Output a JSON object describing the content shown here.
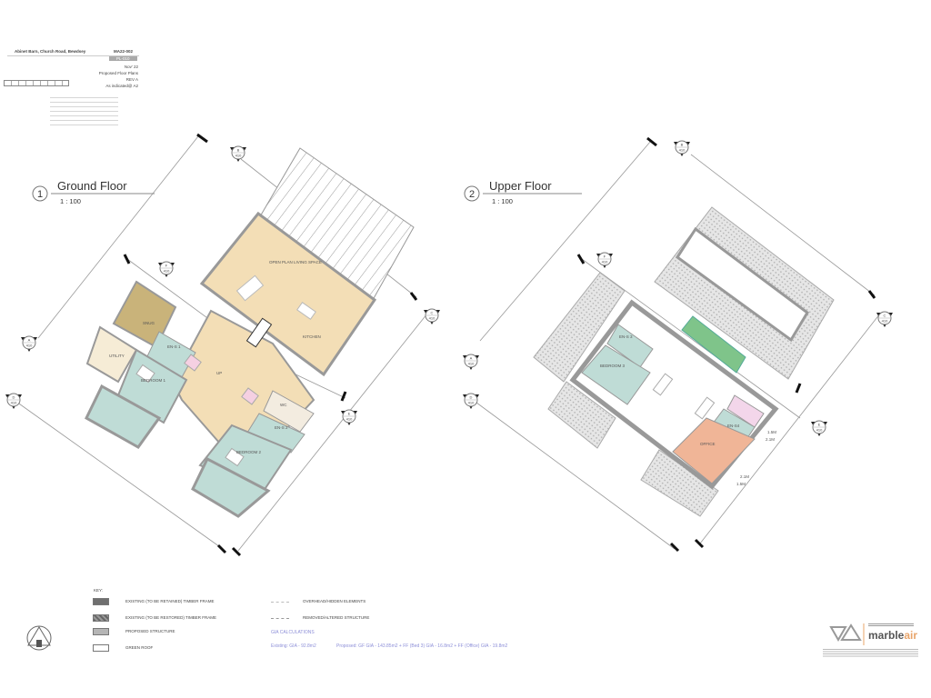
{
  "title_block": {
    "project": "Abinet Barn, Church Road, Bewdsey",
    "drawing_no": "MA22-002",
    "revision_tag": "PL-010",
    "date": "Nov' 22",
    "drawing_title": "Proposed Floor Plans",
    "revision": "REV A",
    "scale": "As indicated@ A2"
  },
  "views": [
    {
      "number": "1",
      "title": "Ground Floor",
      "scale": "1 : 100",
      "rooms": [
        "OPEN PLAN LIVING SPACE",
        "KITCHEN",
        "SNUG",
        "UTILITY",
        "EN-S 1",
        "BEDROOM 1",
        "UP",
        "WC",
        "EN-S 2",
        "BEDROOM 2"
      ],
      "markers": [
        {
          "letter": "B",
          "sheet": "410"
        },
        {
          "letter": "F",
          "sheet": "410"
        },
        {
          "letter": "A",
          "sheet": "410"
        },
        {
          "letter": "D",
          "sheet": "410"
        },
        {
          "letter": "C",
          "sheet": "410"
        },
        {
          "letter": "E",
          "sheet": "410"
        }
      ]
    },
    {
      "number": "2",
      "title": "Upper Floor",
      "scale": "1 : 100",
      "rooms": [
        "EN-S 3",
        "BEDROOM 3",
        "EN-S4",
        "OFFICE"
      ],
      "dimensions": [
        "1.5M",
        "2.1M",
        "2.1M",
        "1.5M"
      ],
      "markers": [
        {
          "letter": "B",
          "sheet": "410"
        },
        {
          "letter": "F",
          "sheet": "410"
        },
        {
          "letter": "A",
          "sheet": "410"
        },
        {
          "letter": "D",
          "sheet": "410"
        },
        {
          "letter": "C",
          "sheet": "410"
        },
        {
          "letter": "E",
          "sheet": "410"
        }
      ]
    }
  ],
  "key": {
    "heading": "KEY:",
    "items": [
      {
        "label": "EXISTING (TO BE RETAINED) TIMBER FRAME",
        "color": "#6f6f6f"
      },
      {
        "label": "EXISTING (TO BE RESTORED) TIMBER FRAME",
        "color": "#8a8a8a"
      },
      {
        "label": "PROPOSED STRUCTURE",
        "color": "#b5b5b5"
      },
      {
        "label": "GREEN ROOF",
        "color": "#ffffff"
      }
    ],
    "lines": [
      {
        "label": "OVERHEAD/HIDDEN ELEMENTS"
      },
      {
        "label": "REMOVED/ALTERED STRUCTURE"
      }
    ]
  },
  "gia": {
    "heading": "GIA CALCULATIONS",
    "existing": "Existing: GIA - 92.8m2",
    "proposed": "Proposed: GF GIA - 143.85m2  +  FF (Bed 3) GIA - 16.8m2  +  FF (Office) GIA - 19.8m2"
  },
  "logo": {
    "text_main": "marble",
    "text_accent": "air",
    "accent": "#e8a46a"
  },
  "colors": {
    "living": "#f3deb6",
    "bedroom": "#bfdcd6",
    "snug": "#c9b37a",
    "utility": "#f6ecd6",
    "office": "#f0b597",
    "green_roof": "#7fc48a",
    "ens4": "#f3d6ea",
    "wall": "#9a9a9a"
  }
}
